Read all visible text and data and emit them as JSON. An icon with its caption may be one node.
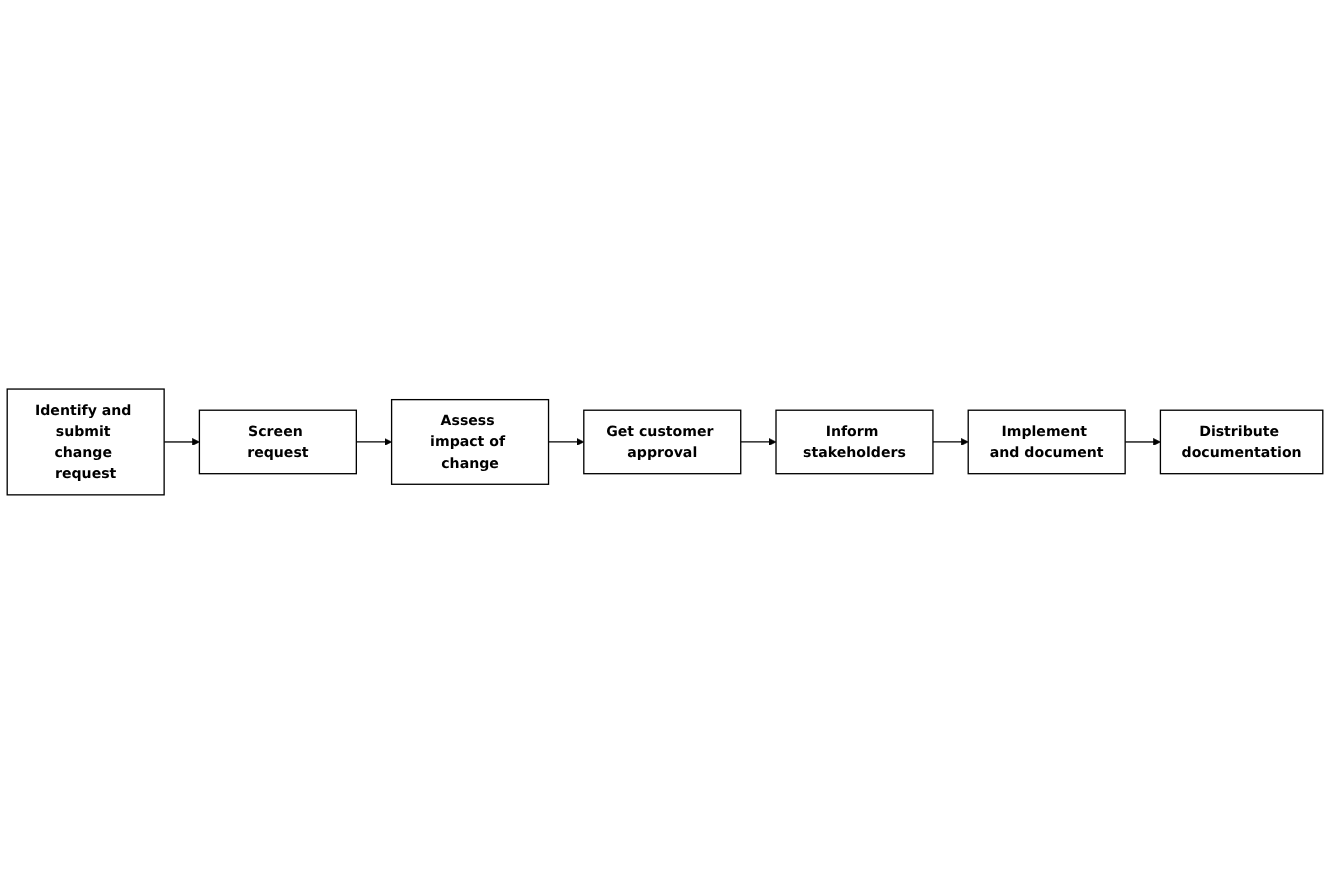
{
  "diagram": {
    "nodes": [
      {
        "text": [
          "Identify and submit change request"
        ]
      },
      {
        "text": [
          "Screen request"
        ]
      },
      {
        "text": [
          "Assess impact of change"
        ]
      },
      {
        "text": [
          "Get customer approval"
        ]
      },
      {
        "text": [
          "Inform stakeholders"
        ]
      },
      {
        "text": [
          "Implement and document"
        ]
      },
      {
        "text": [
          "Distribute documentation"
        ]
      }
    ],
    "edges": [
      {
        "from": 0,
        "to": 1,
        "arrow": "to"
      },
      {
        "from": 1,
        "to": 2,
        "arrow": "to"
      },
      {
        "from": 2,
        "to": 3,
        "arrow": "to"
      },
      {
        "from": 3,
        "to": 4,
        "arrow": "to"
      },
      {
        "from": 4,
        "to": 5,
        "arrow": "to"
      },
      {
        "from": 5,
        "to": 6,
        "arrow": "to"
      }
    ]
  }
}
